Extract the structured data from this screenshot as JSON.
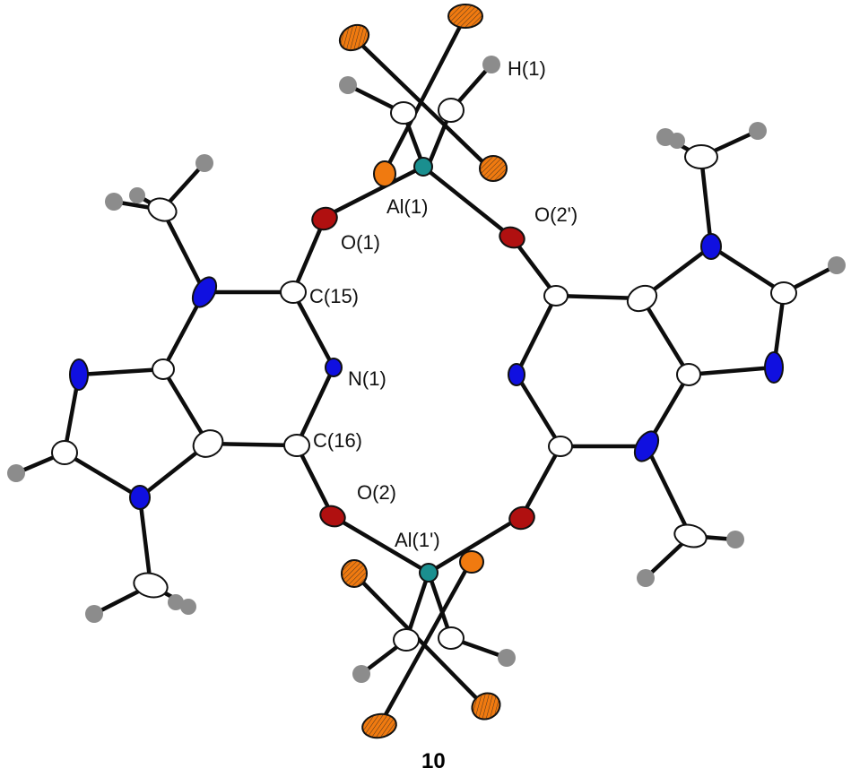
{
  "figure": {
    "compound_label": "10",
    "atom_labels": {
      "h1": "H(1)",
      "al1": "Al(1)",
      "o1": "O(1)",
      "o2_prime": "O(2')",
      "c15": "C(15)",
      "n1": "N(1)",
      "c16": "C(16)",
      "o2": "O(2)",
      "al1_prime": "Al(1')"
    },
    "element_colors": {
      "carbon": "#ffffff",
      "hydrogen": "#8c8c8c",
      "nitrogen": "#1010e0",
      "oxygen": "#b01010",
      "fluorine": "#f07a10",
      "aluminum": "#1a8f8f"
    }
  }
}
